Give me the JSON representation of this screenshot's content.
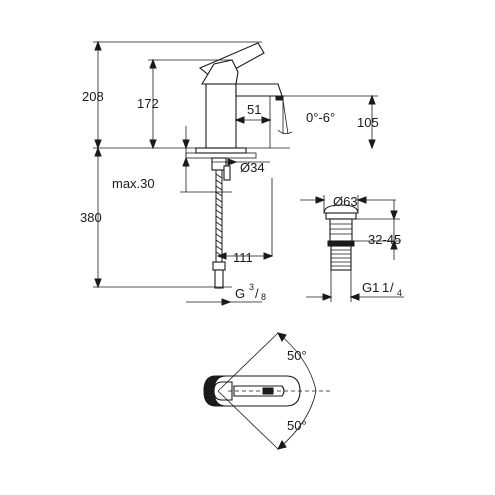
{
  "dimensions": {
    "total_height": "208",
    "spout_height": "172",
    "spout_reach_small": "51",
    "tilt_angle": "0°-6°",
    "spout_reach": "105",
    "deck_max": "max.30",
    "hole_diameter": "Ø34",
    "hose_length": "380",
    "hose_offset": "111",
    "thread_main": "G",
    "thread_num": "3",
    "thread_den": "8",
    "waste_diameter": "Ø63",
    "waste_range": "32-45",
    "waste_thread_main": "G1",
    "waste_thread_num": "1",
    "waste_thread_den": "4",
    "angle_top": "50°",
    "angle_bottom": "50°"
  }
}
